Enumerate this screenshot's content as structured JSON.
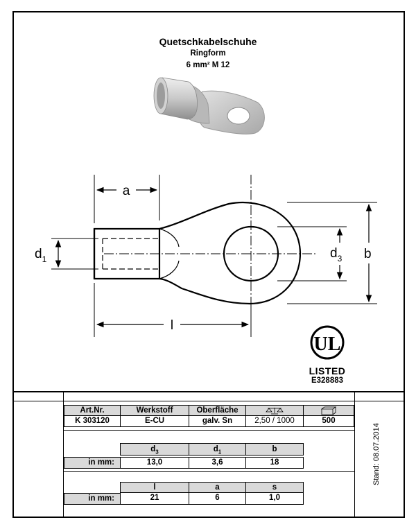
{
  "header": {
    "title": "Quetschkabelschuhe",
    "subtitle": "Ringform",
    "spec": "6 mm²  M 12"
  },
  "drawing": {
    "dims": {
      "a": "a",
      "d1": "d",
      "d1_sub": "1",
      "d3": "d",
      "d3_sub": "3",
      "b": "b",
      "l": "l"
    }
  },
  "ul_mark": {
    "symbol": "UL",
    "listed": "LISTED",
    "number": "E328883"
  },
  "product_table": {
    "headers": [
      "Art.Nr.",
      "Werkstoff",
      "Oberfläche",
      "scale-icon",
      "box-icon"
    ],
    "values": [
      "K 303120",
      "E-CU",
      "galv. Sn",
      "2,50 / 1000",
      "500"
    ]
  },
  "dim_table_1": {
    "row_label": "in mm:",
    "headers": [
      "d",
      "d",
      "b"
    ],
    "header_subs": [
      "3",
      "1",
      ""
    ],
    "values": [
      "13,0",
      "3,6",
      "18"
    ]
  },
  "dim_table_2": {
    "row_label": "in mm:",
    "headers": [
      "l",
      "a",
      "s"
    ],
    "values": [
      "21",
      "6",
      "1,0"
    ]
  },
  "stand": "Stand: 08.07.2014"
}
